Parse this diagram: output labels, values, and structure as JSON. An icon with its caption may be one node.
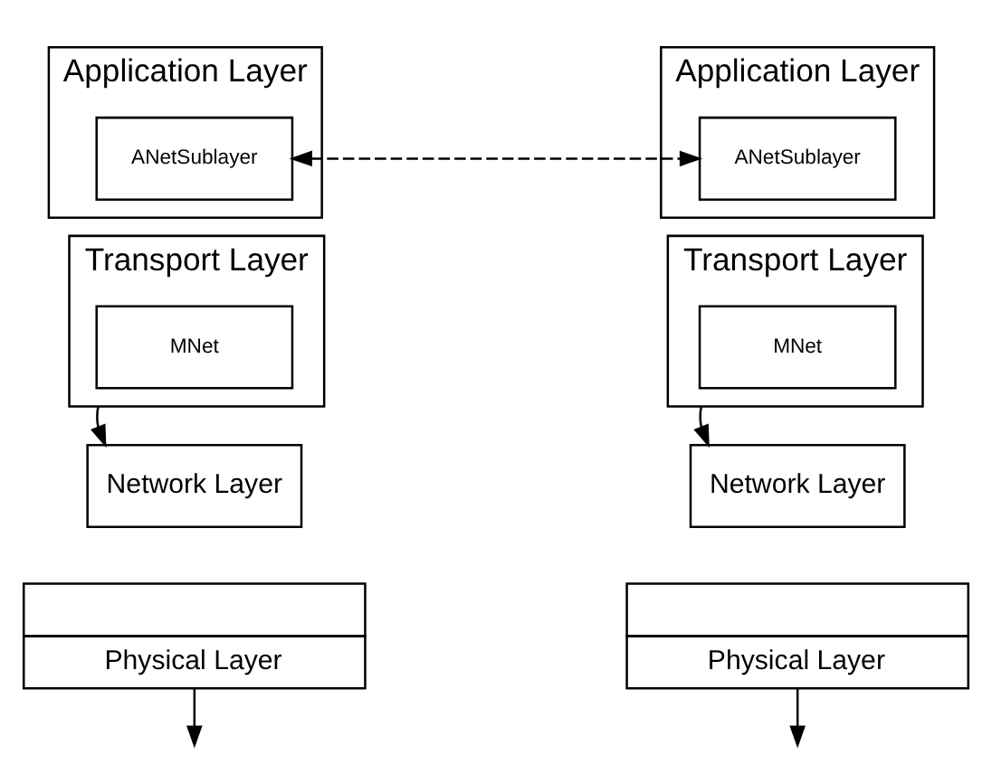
{
  "diagram": {
    "nodes": [
      {
        "text": [
          "Application Layer"
        ]
      },
      {
        "text": [
          "ANetSublayer"
        ],
        "in": 0
      },
      {
        "text": [
          "Transport Layer"
        ]
      },
      {
        "text": [
          "MNet"
        ],
        "in": 2
      },
      {
        "text": [
          "Network Layer"
        ]
      },
      {
        "text": [
          "Physical Layer"
        ]
      },
      {
        "text": [
          "Application Layer"
        ]
      },
      {
        "text": [
          "ANetSublayer"
        ],
        "in": 6
      },
      {
        "text": [
          "Transport Layer"
        ]
      },
      {
        "text": [
          "MNet"
        ],
        "in": 8
      },
      {
        "text": [
          "Network Layer"
        ]
      },
      {
        "text": [
          "Physical Layer"
        ]
      }
    ],
    "edges": [
      {
        "from": 1,
        "to": 7,
        "arrow": "both",
        "style": "dashed"
      },
      {
        "from": 2,
        "to": 4,
        "arrow": "to"
      },
      {
        "from": 5,
        "to": null,
        "arrow": "to"
      },
      {
        "from": 8,
        "to": 10,
        "arrow": "to"
      },
      {
        "from": 11,
        "to": null,
        "arrow": "to"
      }
    ]
  }
}
